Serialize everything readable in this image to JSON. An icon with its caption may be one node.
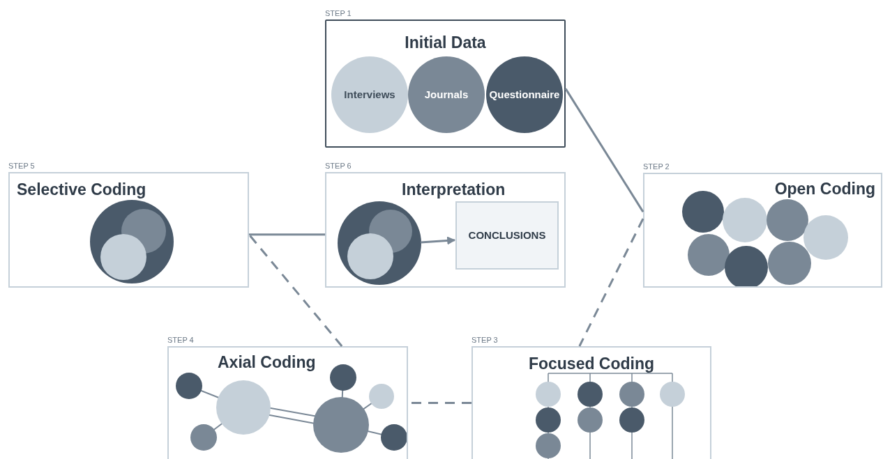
{
  "diagram": {
    "nodes": [
      {
        "text": [
          "Initial Data"
        ],
        "beside": [
          "STEP 1"
        ]
      },
      {
        "text": [
          "Interviews"
        ],
        "in": 0
      },
      {
        "text": [
          "Journals"
        ],
        "in": 0
      },
      {
        "text": [
          "Questionnaire"
        ],
        "in": 0
      },
      {
        "text": [
          "Open Coding"
        ],
        "beside": [
          "STEP 2"
        ]
      },
      {
        "text": [
          "Focused Coding"
        ],
        "beside": [
          "STEP 3"
        ]
      },
      {
        "text": [
          "Axial Coding"
        ],
        "beside": [
          "STEP 4"
        ]
      },
      {
        "text": [
          "Selective Coding"
        ],
        "beside": [
          "STEP 5"
        ]
      },
      {
        "text": [
          "Interpretation"
        ],
        "beside": [
          "STEP 6"
        ]
      },
      {
        "text": [
          "CONCLUSIONS"
        ],
        "in": 8
      },
      {
        "text": [],
        "shape": "picture",
        "in": 8
      }
    ],
    "edges": [
      {
        "from": 0,
        "to": 4,
        "arrow": "none"
      },
      {
        "from": 4,
        "to": 5,
        "arrow": "none",
        "style": "dashed"
      },
      {
        "from": 5,
        "to": 6,
        "arrow": "none",
        "style": "dashed"
      },
      {
        "from": 6,
        "to": 7,
        "arrow": "none",
        "style": "dashed"
      },
      {
        "from": 8,
        "to": 7,
        "arrow": "none"
      },
      {
        "from": 10,
        "to": 9,
        "arrow": "to"
      }
    ]
  }
}
